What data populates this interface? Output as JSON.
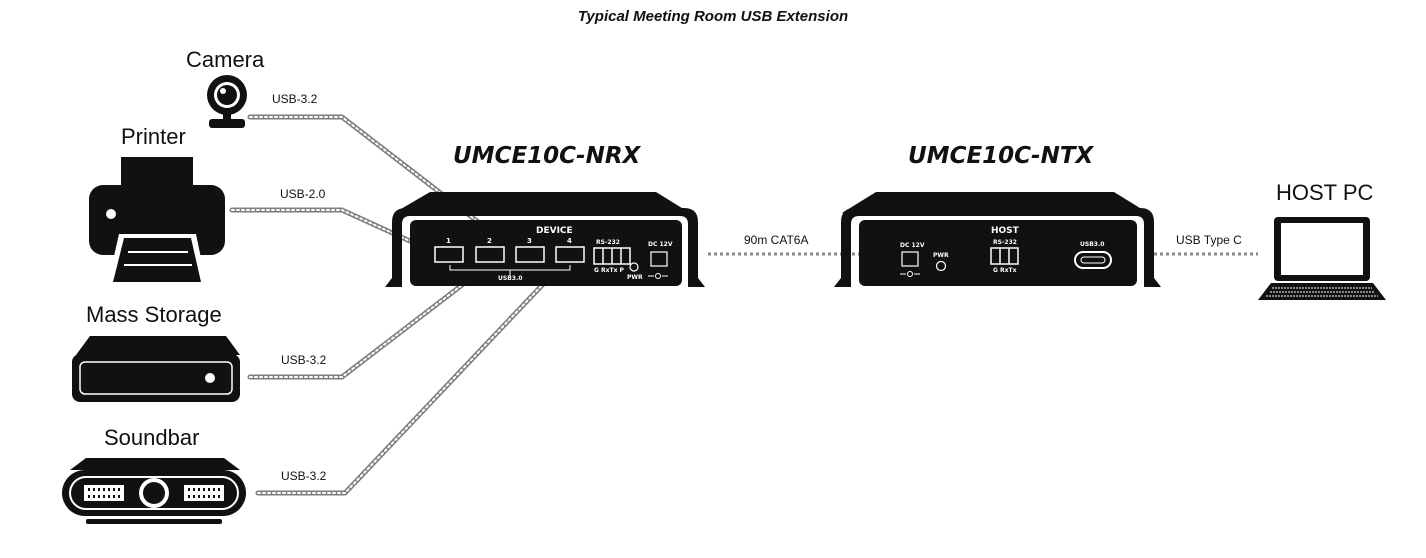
{
  "title": "Typical Meeting Room USB Extension",
  "devices": {
    "camera": "Camera",
    "printer": "Printer",
    "mass_storage": "Mass Storage",
    "soundbar": "Soundbar",
    "host_pc": "HOST PC"
  },
  "cables": {
    "camera": "USB-3.2",
    "printer": "USB-2.0",
    "mass_storage": "USB-3.2",
    "soundbar": "USB-3.2",
    "link": "90m CAT6A",
    "host": "USB Type C"
  },
  "receiver": {
    "model": "UMCE10C-NRX",
    "panel_title": "DEVICE",
    "ports": [
      "1",
      "2",
      "3",
      "4"
    ],
    "usb_group_label": "USB3.0",
    "rs232_label": "RS-232",
    "rs232_pins": "G RxTx P",
    "pwr_label": "PWR",
    "dc_label": "DC 12V"
  },
  "transmitter": {
    "model": "UMCE10C-NTX",
    "panel_title": "HOST",
    "dc_label": "DC 12V",
    "pwr_label": "PWR",
    "rs232_label": "RS-232",
    "rs232_pins": "G RxTx",
    "usb_label": "USB3.0"
  },
  "colors": {
    "device_fill": "#111111",
    "cable_stripe": "#9a9a9a",
    "link_dots": "#8a8a8a",
    "background": "#ffffff"
  },
  "icons": [
    "camera-icon",
    "printer-icon",
    "hard-drive-icon",
    "soundbar-icon",
    "laptop-icon"
  ]
}
